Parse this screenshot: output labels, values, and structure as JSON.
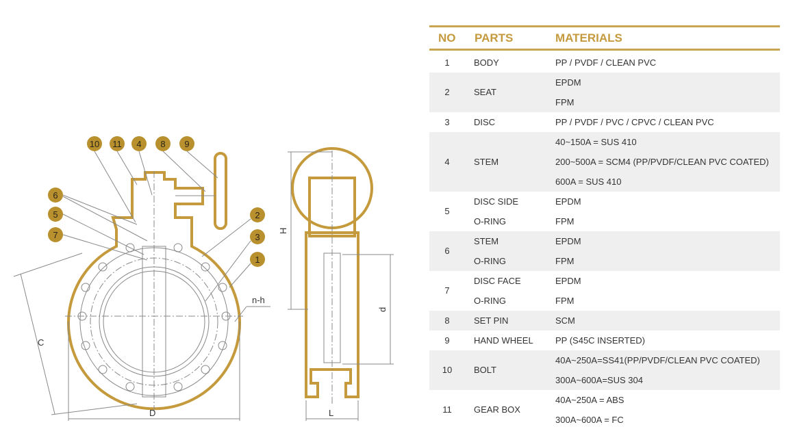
{
  "colors": {
    "accent": "#c9a451",
    "callout": "#b8912e",
    "stripe": "#efefef"
  },
  "table": {
    "headers": {
      "no": "NO",
      "parts": "PARTS",
      "materials": "MATERIALS"
    },
    "rows": [
      {
        "no": "1",
        "parts": [
          "BODY"
        ],
        "materials": [
          "PP / PVDF / CLEAN PVC"
        ]
      },
      {
        "no": "2",
        "parts": [
          "SEAT"
        ],
        "materials": [
          "EPDM",
          "FPM"
        ]
      },
      {
        "no": "3",
        "parts": [
          "DISC"
        ],
        "materials": [
          "PP / PVDF / PVC / CPVC / CLEAN PVC"
        ]
      },
      {
        "no": "4",
        "parts": [
          "STEM"
        ],
        "materials": [
          "40~150A = SUS 410",
          "200~500A = SCM4 (PP/PVDF/CLEAN PVC COATED)",
          "600A = SUS 410"
        ]
      },
      {
        "no": "5",
        "parts": [
          "DISC SIDE",
          "O-RING"
        ],
        "materials": [
          "EPDM",
          "FPM"
        ]
      },
      {
        "no": "6",
        "parts": [
          "STEM",
          "O-RING"
        ],
        "materials": [
          "EPDM",
          "FPM"
        ]
      },
      {
        "no": "7",
        "parts": [
          "DISC FACE",
          "O-RING"
        ],
        "materials": [
          "EPDM",
          "FPM"
        ]
      },
      {
        "no": "8",
        "parts": [
          "SET PIN"
        ],
        "materials": [
          "SCM"
        ]
      },
      {
        "no": "9",
        "parts": [
          "HAND WHEEL"
        ],
        "materials": [
          "PP (S45C INSERTED)"
        ]
      },
      {
        "no": "10",
        "parts": [
          "BOLT"
        ],
        "materials": [
          "40A~250A=SS41(PP/PVDF/CLEAN PVC COATED)",
          "300A~600A=SUS 304"
        ]
      },
      {
        "no": "11",
        "parts": [
          "GEAR BOX"
        ],
        "materials": [
          "40A~250A = ABS",
          "300A~600A = FC"
        ]
      }
    ]
  },
  "drawing": {
    "callouts": [
      "10",
      "11",
      "4",
      "8",
      "9",
      "6",
      "5",
      "7",
      "2",
      "3",
      "1"
    ],
    "dimensions": {
      "c": "C",
      "d_outer": "D",
      "holes": "n-h",
      "h": "H",
      "d_inner": "d",
      "l": "L"
    }
  }
}
